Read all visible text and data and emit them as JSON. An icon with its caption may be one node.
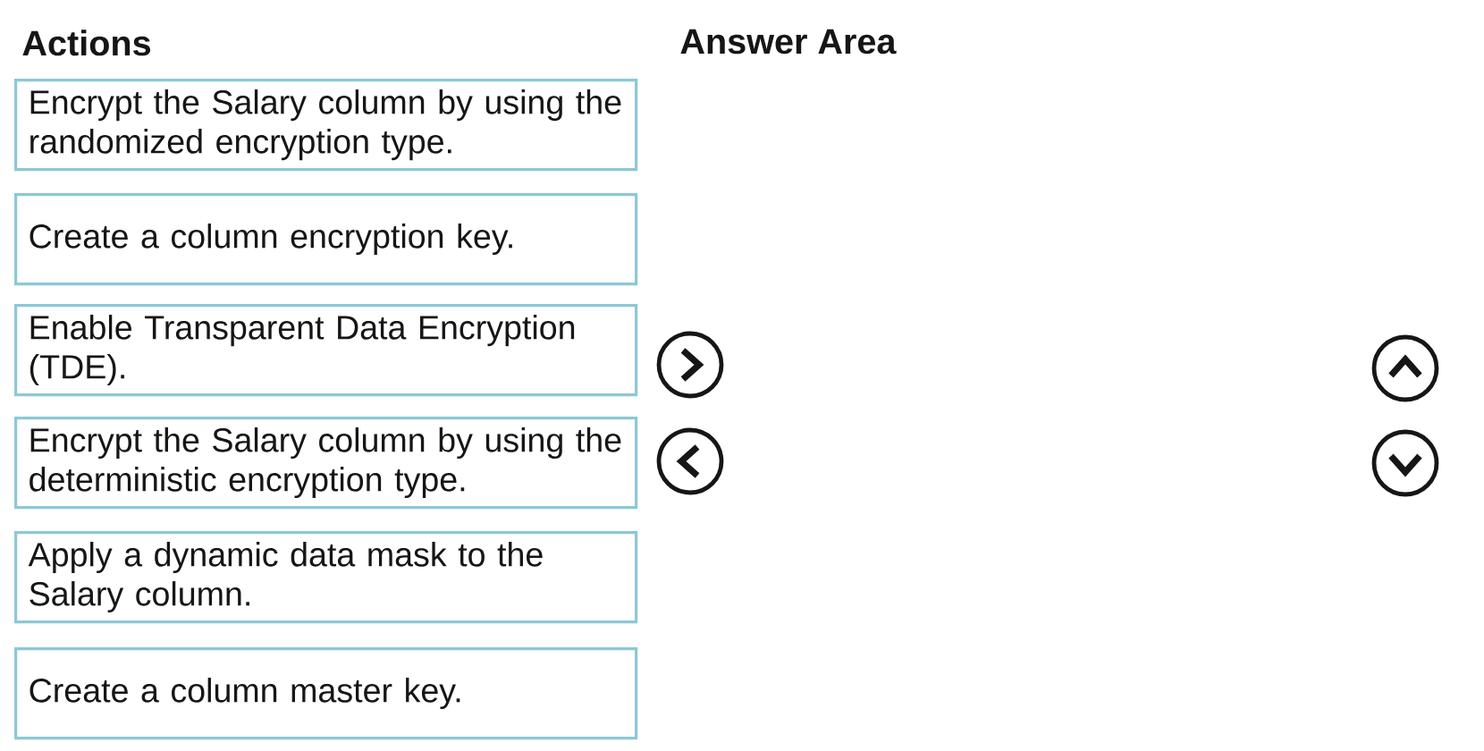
{
  "diagram": {
    "nodes": [
      {
        "text": [
          "Encrypt the Salary column by using the randomized encryption type."
        ]
      },
      {
        "text": [
          "Create a column encryption key."
        ]
      },
      {
        "text": [
          "Enable Transparent Data Encryption (TDE)."
        ]
      },
      {
        "text": [
          "Encrypt the Salary column by using the deterministic encryption type."
        ]
      },
      {
        "text": [
          "Apply a dynamic data mask to the Salary column."
        ]
      },
      {
        "text": [
          "Create a column master key."
        ]
      }
    ],
    "labels": [
      "Actions",
      "Answer Area"
    ]
  }
}
